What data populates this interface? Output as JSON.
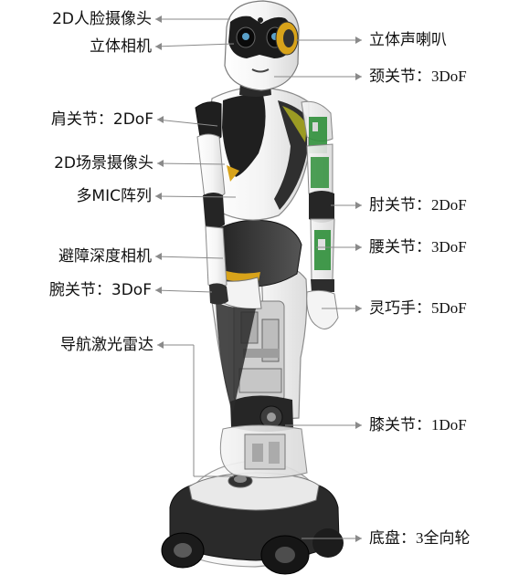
{
  "labels_left": [
    {
      "key": "face-camera",
      "text": "2D人脸摄像头"
    },
    {
      "key": "stereo-camera",
      "text": "立体相机"
    },
    {
      "key": "shoulder",
      "text": "肩关节：2DoF"
    },
    {
      "key": "scene-camera",
      "text": "2D场景摄像头"
    },
    {
      "key": "mic-array",
      "text": "多MIC阵列"
    },
    {
      "key": "depth-camera",
      "text": "避障深度相机"
    },
    {
      "key": "wrist",
      "text": "腕关节：3DoF"
    },
    {
      "key": "lidar",
      "text": "导航激光雷达"
    }
  ],
  "labels_right": [
    {
      "key": "speaker",
      "text": "立体声喇叭"
    },
    {
      "key": "neck",
      "text": "颈关节：3DoF"
    },
    {
      "key": "elbow",
      "text": "肘关节：2DoF"
    },
    {
      "key": "waist",
      "text": "腰关节：3DoF"
    },
    {
      "key": "hand",
      "text": "灵巧手：5DoF"
    },
    {
      "key": "knee",
      "text": "膝关节：1DoF"
    },
    {
      "key": "chassis",
      "text": "底盘：3全向轮"
    }
  ],
  "colors": {
    "shell": "#f2f2f2",
    "dark": "#2b2b2b",
    "accent": "#d8a31a",
    "circuit": "#2f8f3a",
    "line": "#8a8a8a"
  }
}
